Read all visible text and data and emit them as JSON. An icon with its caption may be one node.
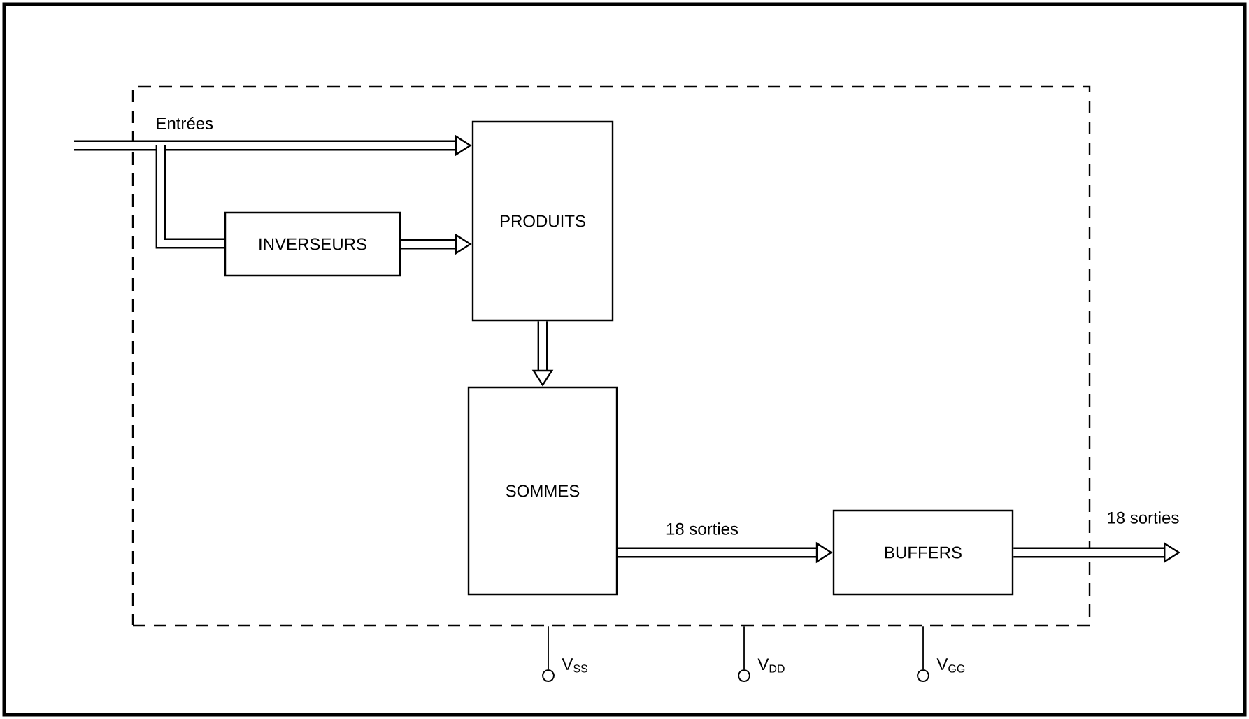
{
  "diagram": {
    "nodes": [
      {
        "text": [],
        "shape": "box"
      },
      {
        "text": [
          "PRODUITS"
        ],
        "in": 0
      },
      {
        "text": [
          "INVERSEURS"
        ],
        "in": 0
      },
      {
        "text": [
          "SOMMES"
        ],
        "in": 0
      },
      {
        "text": [
          "BUFFERS"
        ],
        "in": 0
      },
      {
        "text": [],
        "shape": "circle",
        "beside": [
          "V$_{SS}$"
        ]
      },
      {
        "text": [],
        "shape": "circle",
        "beside": [
          "V$_{DD}$"
        ]
      },
      {
        "text": [],
        "shape": "circle",
        "beside": [
          "V$_{GG}$"
        ]
      }
    ],
    "edges": [
      {
        "from": null,
        "to": 1,
        "arrow": "to",
        "label": "Entrées"
      },
      {
        "from": null,
        "to": 2,
        "arrow": "none"
      },
      {
        "from": 2,
        "to": 1,
        "arrow": "to"
      },
      {
        "from": 1,
        "to": 3,
        "arrow": "to"
      },
      {
        "from": 3,
        "to": 4,
        "arrow": "to",
        "label": "18 sorties"
      },
      {
        "from": 4,
        "to": null,
        "arrow": "to",
        "label": "18 sorties"
      },
      {
        "from": 5,
        "to": 0,
        "arrow": "none"
      },
      {
        "from": 6,
        "to": 0,
        "arrow": "none"
      },
      {
        "from": 7,
        "to": 0,
        "arrow": "none"
      }
    ]
  }
}
